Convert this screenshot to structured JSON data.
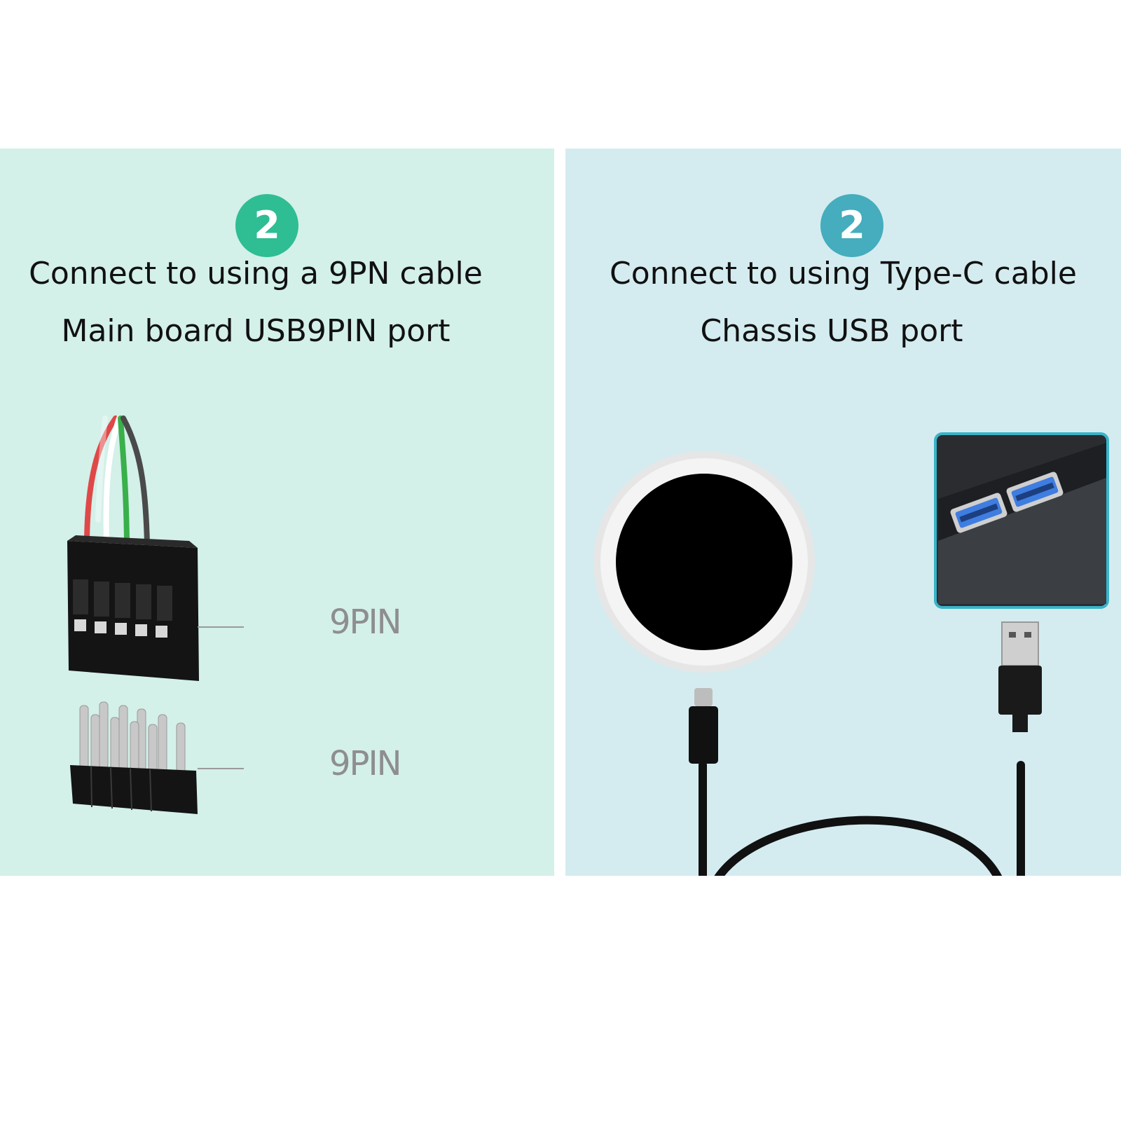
{
  "left_panel": {
    "badge": "2",
    "line1": "Connect to using a 9PN cable",
    "line2": "Main board USB9PIN port",
    "connector_label_top": "9PIN",
    "connector_label_bottom": "9PIN"
  },
  "right_panel": {
    "badge": "2",
    "line1": "Connect to using Type-C cable",
    "line2": "Chassis USB port"
  },
  "colors": {
    "left_background": "#d3f0e9",
    "right_background": "#d4ecf0",
    "left_badge": "#2fbd93",
    "right_badge": "#45adbd"
  },
  "icons": [
    "9pin-female-connector-icon",
    "9pin-header-icon",
    "wireless-charger-icon",
    "chassis-usb-ports-icon",
    "usb-a-plug-icon",
    "type-c-plug-icon"
  ]
}
